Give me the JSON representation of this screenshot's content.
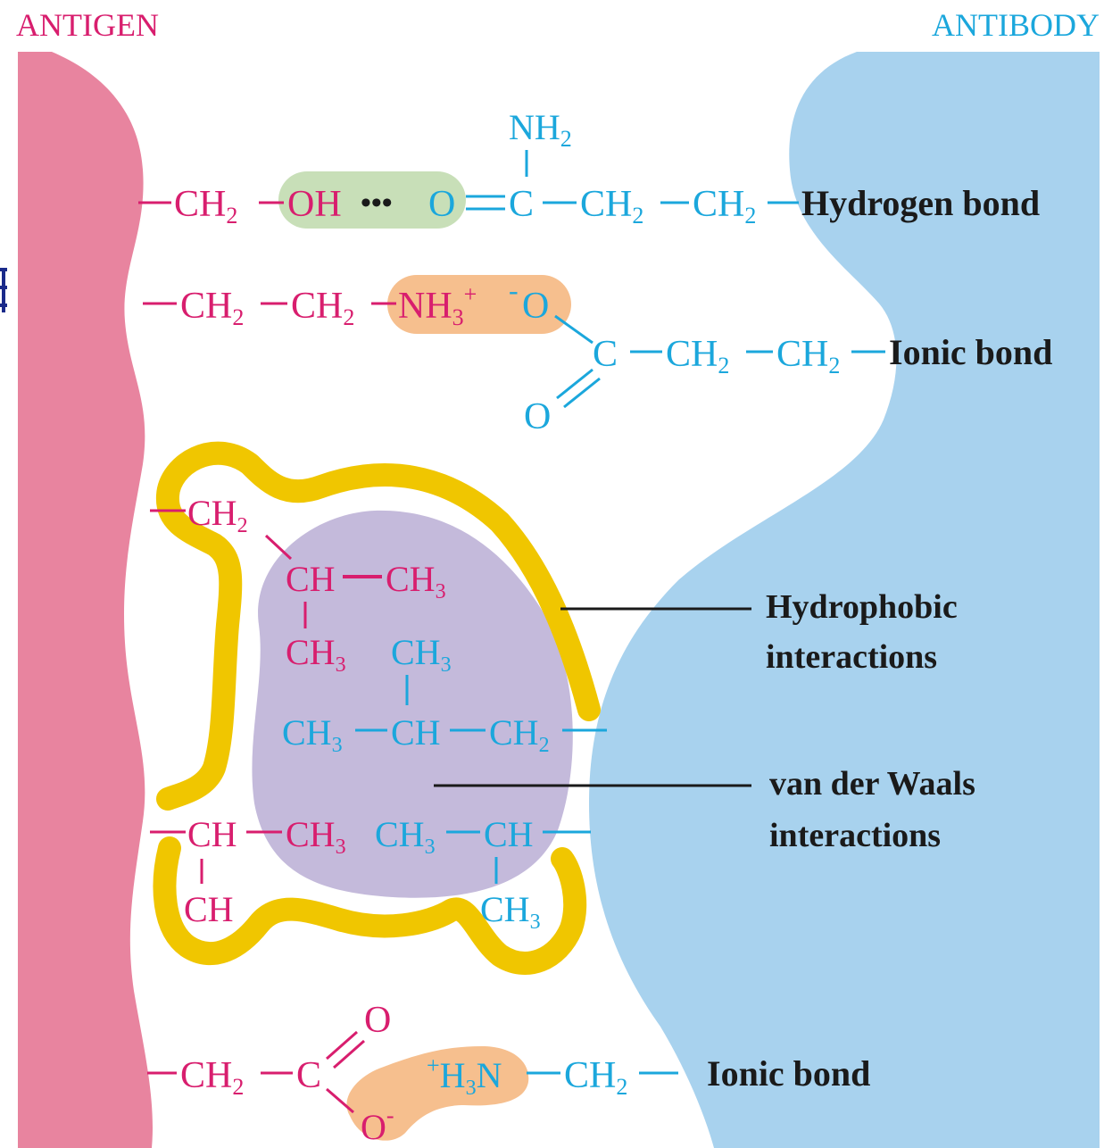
{
  "headings": {
    "antigen": "ANTIGEN",
    "antibody": "ANTIBODY"
  },
  "colors": {
    "antigen": "#e8849f",
    "antibody": "#a8d2ee",
    "antigen_text": "#d81e6e",
    "antibody_text": "#1ba7dc",
    "hydrogen_bond_highlight": "#c8dfb8",
    "ionic_highlight": "#f6bf8e",
    "hydrophobic": "#f0c600",
    "vdw": "#c4badb",
    "label": "#1a1a1a"
  },
  "bonds": {
    "hydrogen": {
      "label": "Hydrogen bond",
      "antigen": {
        "ch2": "CH",
        "oh": "OH",
        "dots": "•••"
      },
      "antibody": {
        "nh2": "NH",
        "o": "O",
        "c": "C",
        "ch2a": "CH",
        "ch2b": "CH"
      }
    },
    "ionic_top": {
      "label": "Ionic bond",
      "antigen": {
        "ch2a": "CH",
        "ch2b": "CH",
        "nh3": "NH",
        "plus": "+"
      },
      "antibody": {
        "minus": "-",
        "o1": "O",
        "c": "C",
        "ch2a": "CH",
        "ch2b": "CH",
        "o2": "O"
      }
    },
    "ionic_bottom": {
      "label": "Ionic bond",
      "antigen": {
        "ch2": "CH",
        "c": "C",
        "o": "O",
        "o_minus": "O",
        "minus": "-"
      },
      "antibody": {
        "plus": "+",
        "h": "H",
        "n": "N",
        "ch2": "CH"
      }
    }
  },
  "hydrophobic": {
    "label_line1": "Hydrophobic",
    "label_line2": "interactions",
    "antigen": {
      "ch2": "CH",
      "ch_a": "CH",
      "ch3_a": "CH",
      "ch3_b": "CH",
      "ch_b": "CH",
      "ch3_c": "CH",
      "ch_c": "CH"
    },
    "antibody": {
      "ch3_top": "CH",
      "ch3_l": "CH",
      "ch_m": "CH",
      "ch2_r": "CH",
      "ch3_a": "CH",
      "ch_b": "CH",
      "ch3_bot": "CH"
    }
  },
  "vdw": {
    "label_line1": "van der Waals",
    "label_line2": "interactions"
  },
  "subscripts": {
    "two": "2",
    "three": "3"
  }
}
